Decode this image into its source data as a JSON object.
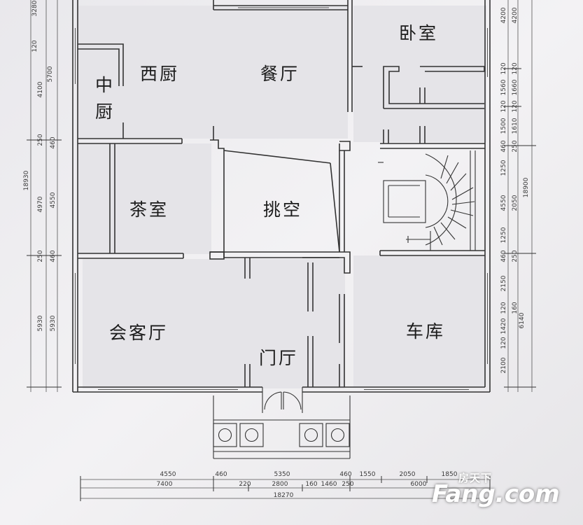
{
  "rooms": {
    "bedroom": "卧室",
    "western_kitchen": "西厨",
    "dining": "餐厅",
    "chinese_kitchen_1": "中",
    "chinese_kitchen_2": "厨",
    "tea_room": "茶室",
    "void": "挑空",
    "living": "会客厅",
    "garage": "车库",
    "foyer": "门厅"
  },
  "dims_left_outer": {
    "d1": "3280",
    "d2": "120",
    "d3": "5700",
    "d4": "4100",
    "d5": "250",
    "d6": "18930",
    "d7": "4970",
    "d8": "250",
    "d9": "5930"
  },
  "dims_left_inner": {
    "d1": "460",
    "d2": "4550",
    "d3": "460",
    "d4": "5930"
  },
  "dims_right_inner": {
    "d1": "4200",
    "d2": "120",
    "d3": "1560",
    "d4": "120",
    "d5": "1500",
    "d6": "460",
    "d7": "1250",
    "d8": "4550",
    "d9": "1250",
    "d10": "460",
    "d11": "2150",
    "d12": "120",
    "d13": "1420",
    "d14": "120",
    "d15": "2100"
  },
  "dims_right_mid": {
    "d1": "4200",
    "d2": "120",
    "d3": "1660",
    "d4": "120",
    "d5": "1610",
    "d6": "250",
    "d7": "2050",
    "d8": "250",
    "d9": "160",
    "d10": "6140"
  },
  "dims_right_outer": {
    "d1": "18900"
  },
  "dims_bottom_row1": {
    "d1": "4550",
    "d2": "460",
    "d3": "5350",
    "d4": "460",
    "d5": "1550",
    "d6": "2050",
    "d7": "1850"
  },
  "dims_bottom_row2": {
    "d1": "7400",
    "d2": "220",
    "d3": "2800",
    "d4": "160",
    "d5": "1460",
    "d6": "250",
    "d7": "6000"
  },
  "dims_bottom_row3": {
    "d1": "18270"
  },
  "watermark": {
    "cn": "房天下",
    "en": "Fang.com"
  }
}
